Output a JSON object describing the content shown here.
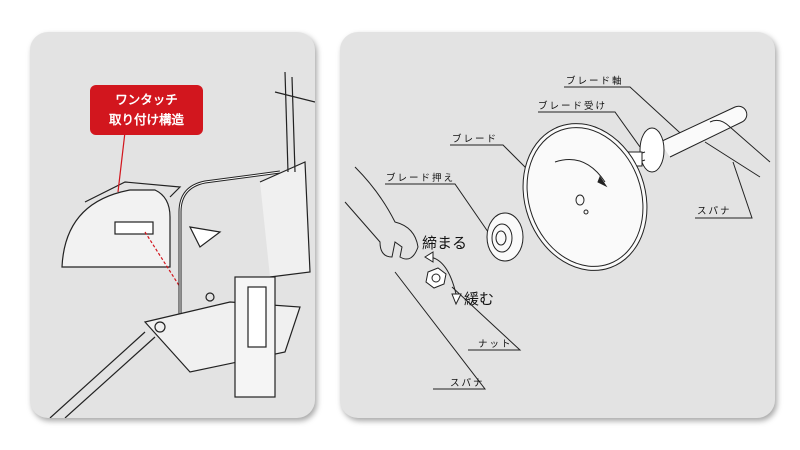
{
  "left_panel": {
    "callout": {
      "line1": "ワンタッチ",
      "line2": "取り付け構造"
    },
    "accent_color": "#d2161e"
  },
  "right_panel": {
    "labels": {
      "blade_shaft": "ブレード軸",
      "blade_receiver": "ブレード受け",
      "blade": "ブレード",
      "blade_holder": "ブレード押え",
      "tighten": "締まる",
      "loosen": "緩む",
      "nut": "ナット",
      "spanner_right": "スパナ",
      "spanner_left": "スパナ"
    }
  }
}
